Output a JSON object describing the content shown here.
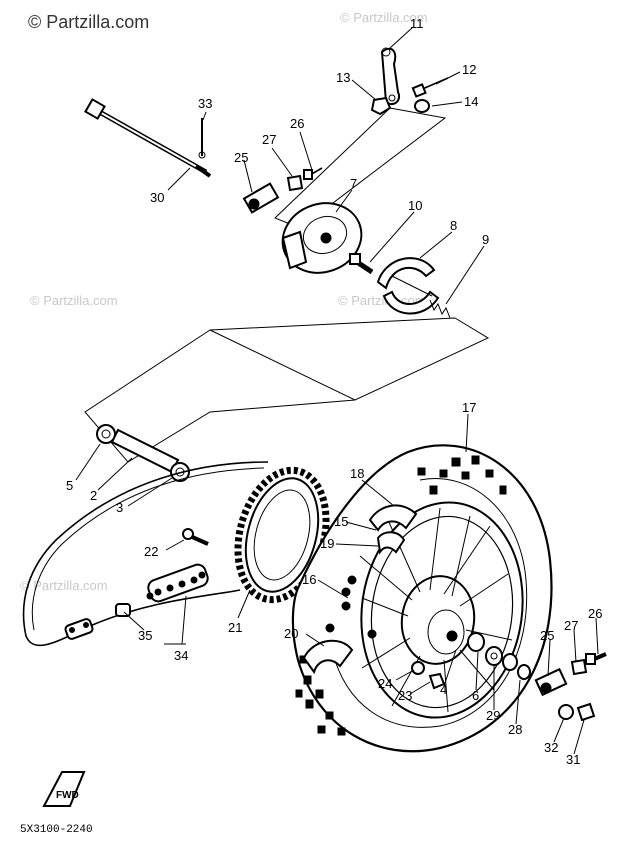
{
  "watermark": {
    "main": "© Partzilla.com",
    "faint": "© Partzilla.com"
  },
  "diagram_code": "5X3100-2240",
  "callouts": {
    "c11": "11",
    "c12": "12",
    "c13": "13",
    "c14": "14",
    "c33": "33",
    "c30": "30",
    "c27a": "27",
    "c26a": "26",
    "c25a": "25",
    "c7": "7",
    "c10": "10",
    "c8": "8",
    "c9": "9",
    "c17": "17",
    "c18": "18",
    "c15": "15",
    "c19": "19",
    "c5": "5",
    "c2": "2",
    "c3": "3",
    "c22": "22",
    "c16": "16",
    "c21": "21",
    "c20": "20",
    "c35": "35",
    "c34": "34",
    "c24": "24",
    "c23": "23",
    "c4": "4",
    "c6": "6",
    "c29": "29",
    "c28": "28",
    "c25b": "25",
    "c27b": "27",
    "c26b": "26",
    "c32": "32",
    "c31": "31"
  }
}
